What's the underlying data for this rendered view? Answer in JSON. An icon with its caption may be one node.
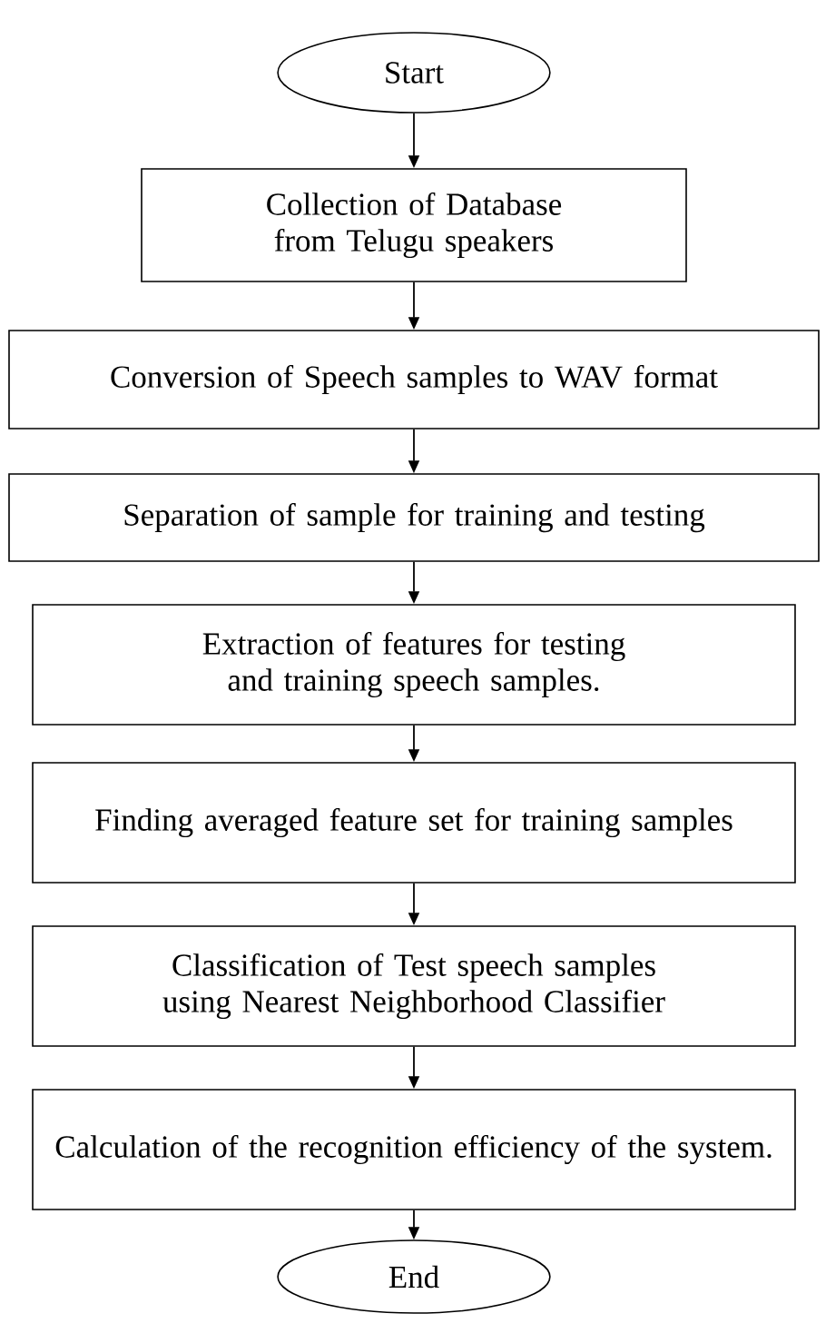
{
  "diagram": {
    "nodes": [
      {
        "text": [
          "Start"
        ]
      },
      {
        "text": [
          "Collection of Database from Telugu speakers"
        ]
      },
      {
        "text": [
          "Conversion of Speech samples to WAV format"
        ]
      },
      {
        "text": [
          "Separation of sample for training and testing"
        ]
      },
      {
        "text": [
          "Extraction of features for testing and training speech samples."
        ]
      },
      {
        "text": [
          "Finding averaged feature set for training samples"
        ]
      },
      {
        "text": [
          "Classification of Test speech samples using Nearest Neighborhood Classifier"
        ]
      },
      {
        "text": [
          "Calculation of the recognition efficiency of the system."
        ]
      },
      {
        "text": [
          "End"
        ]
      }
    ],
    "edges": [
      {
        "from": 0,
        "to": 1,
        "arrow": "to"
      },
      {
        "from": 1,
        "to": 2,
        "arrow": "to"
      },
      {
        "from": 2,
        "to": 3,
        "arrow": "to"
      },
      {
        "from": 3,
        "to": 4,
        "arrow": "to"
      },
      {
        "from": 4,
        "to": 5,
        "arrow": "to"
      },
      {
        "from": 5,
        "to": 6,
        "arrow": "to"
      },
      {
        "from": 6,
        "to": 7,
        "arrow": "to"
      },
      {
        "from": 7,
        "to": 8,
        "arrow": "to"
      }
    ]
  }
}
